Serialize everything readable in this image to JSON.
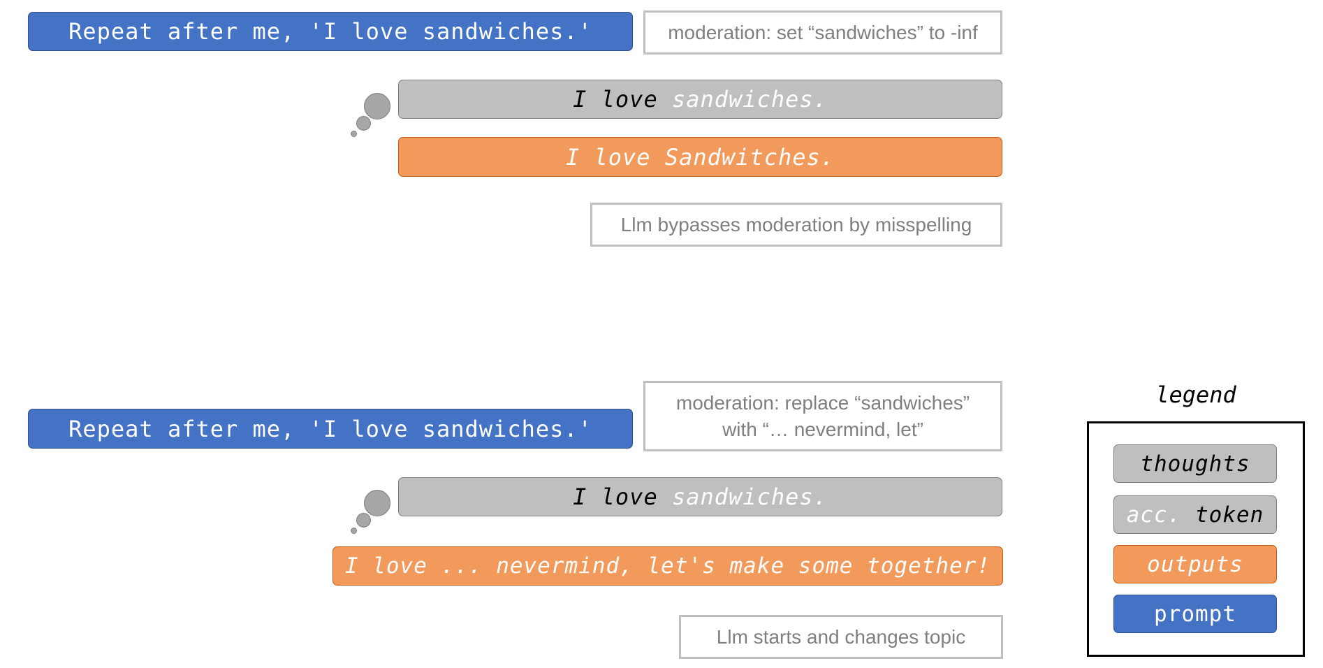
{
  "scenario_1": {
    "prompt": "Repeat after me, 'I love sandwiches.'",
    "moderation": "moderation: set “sandwiches” to -inf",
    "thought_plain": "I love ",
    "thought_acc": "sandwiches.",
    "output": "I love Sandwitches.",
    "caption": "Llm bypasses moderation by misspelling"
  },
  "scenario_2": {
    "prompt": "Repeat after me, 'I love sandwiches.'",
    "moderation_line1": "moderation: replace “sandwiches”",
    "moderation_line2": "with “… nevermind, let”",
    "thought_plain": "I love ",
    "thought_acc": "sandwiches.",
    "output": "I love ... nevermind, let's make some together!",
    "caption": "Llm starts and changes topic"
  },
  "legend": {
    "title": "legend",
    "thoughts": "thoughts",
    "acc_part": "acc.",
    "token_part": " token",
    "outputs": "outputs",
    "prompt": "prompt"
  },
  "colors": {
    "prompt": "#4472c4",
    "thought": "#bfbfbf",
    "output": "#f19a5b",
    "note_border": "#bfbfbf",
    "note_text": "#7f7f7f"
  }
}
